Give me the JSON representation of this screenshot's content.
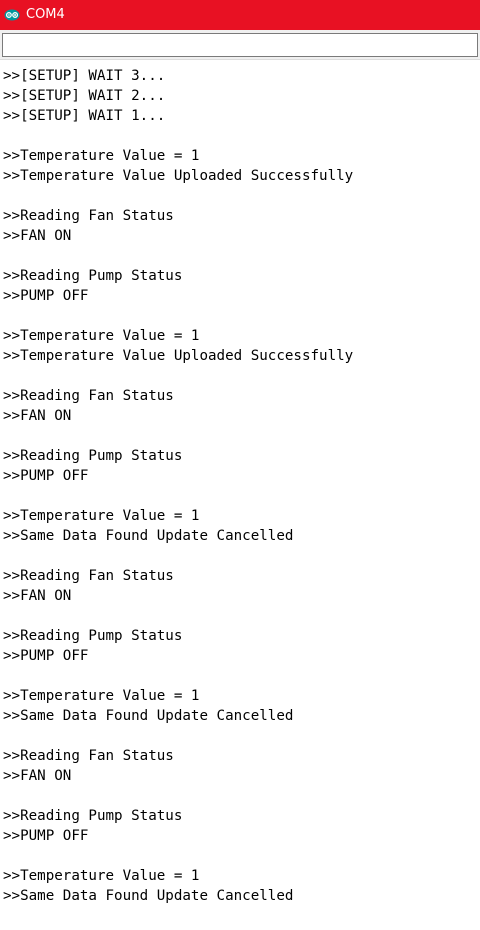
{
  "window": {
    "title": "COM4",
    "icon": "arduino-icon",
    "titlebar_color": "#e81123"
  },
  "input": {
    "value": ""
  },
  "output_lines": [
    ">>[SETUP] WAIT 3...",
    ">>[SETUP] WAIT 2...",
    ">>[SETUP] WAIT 1...",
    "",
    ">>Temperature Value = 1",
    ">>Temperature Value Uploaded Successfully",
    "",
    ">>Reading Fan Status",
    ">>FAN ON",
    "",
    ">>Reading Pump Status",
    ">>PUMP OFF",
    "",
    ">>Temperature Value = 1",
    ">>Temperature Value Uploaded Successfully",
    "",
    ">>Reading Fan Status",
    ">>FAN ON",
    "",
    ">>Reading Pump Status",
    ">>PUMP OFF",
    "",
    ">>Temperature Value = 1",
    ">>Same Data Found Update Cancelled",
    "",
    ">>Reading Fan Status",
    ">>FAN ON",
    "",
    ">>Reading Pump Status",
    ">>PUMP OFF",
    "",
    ">>Temperature Value = 1",
    ">>Same Data Found Update Cancelled",
    "",
    ">>Reading Fan Status",
    ">>FAN ON",
    "",
    ">>Reading Pump Status",
    ">>PUMP OFF",
    "",
    ">>Temperature Value = 1",
    ">>Same Data Found Update Cancelled"
  ]
}
